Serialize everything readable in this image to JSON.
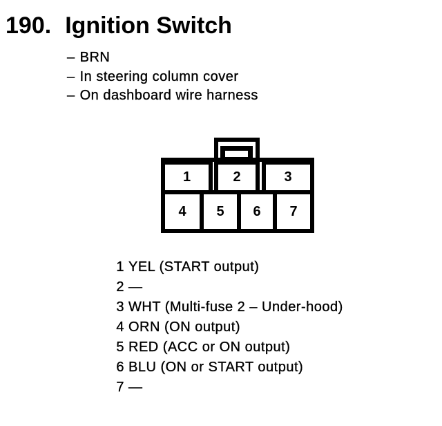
{
  "page": {
    "background_color": "#ffffff",
    "ink_color": "#000000"
  },
  "title": {
    "number": "190.",
    "name": "Ignition Switch"
  },
  "details": {
    "bullet": "–",
    "items": [
      "BRN",
      "In steering column cover",
      "On dashboard wire harness"
    ]
  },
  "connector": {
    "rows": [
      3,
      4
    ],
    "cavities": [
      "1",
      "2",
      "3",
      "4",
      "5",
      "6",
      "7"
    ]
  },
  "pin_list": [
    {
      "num": "1",
      "desc": "YEL (START output)"
    },
    {
      "num": "2",
      "desc": "—"
    },
    {
      "num": "3",
      "desc": "WHT (Multi-fuse 2 – Under-hood)"
    },
    {
      "num": "4",
      "desc": "ORN (ON output)"
    },
    {
      "num": "5",
      "desc": "RED (ACC or ON output)"
    },
    {
      "num": "6",
      "desc": "BLU (ON or START output)"
    },
    {
      "num": "7",
      "desc": "—"
    }
  ]
}
